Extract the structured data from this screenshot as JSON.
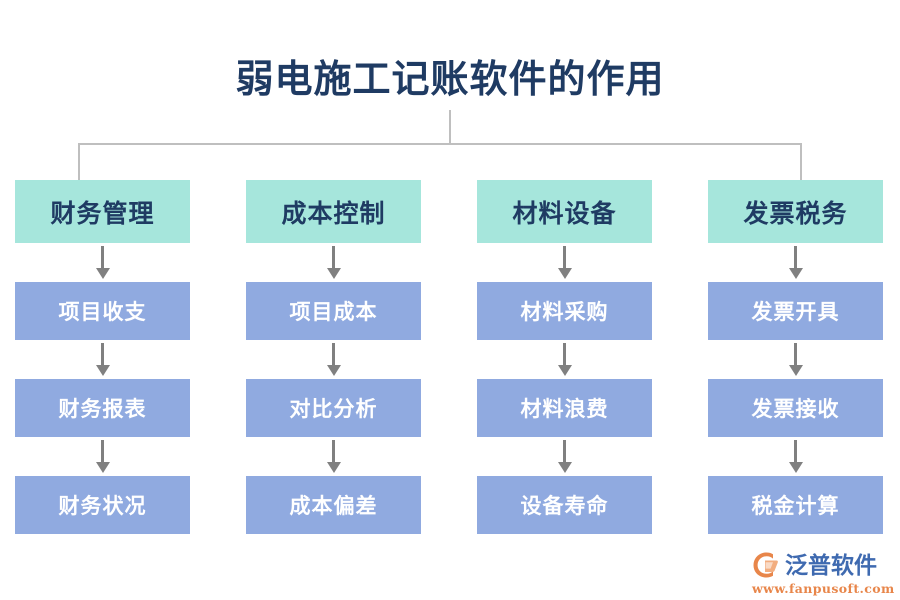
{
  "page": {
    "title": "弱电施工记账软件的作用",
    "background_color": "#ffffff"
  },
  "colors": {
    "title_text": "#1f3b63",
    "header_box_fill": "#a6e6dc",
    "header_box_text": "#1f3b63",
    "sub_box_fill": "#90aae0",
    "sub_box_text": "#ffffff",
    "connector_line": "#bfbfbf",
    "arrow": "#808080",
    "logo_name": "#3f6ab0",
    "logo_url": "#e8864a",
    "logo_mark": "#e8864a"
  },
  "diagram": {
    "type": "hierarchy-flowchart",
    "root": "弱电施工记账软件的作用",
    "columns": [
      {
        "header": "财务管理",
        "steps": [
          "项目收支",
          "财务报表",
          "财务状况"
        ]
      },
      {
        "header": "成本控制",
        "steps": [
          "项目成本",
          "对比分析",
          "成本偏差"
        ]
      },
      {
        "header": "材料设备",
        "steps": [
          "材料采购",
          "材料浪费",
          "设备寿命"
        ]
      },
      {
        "header": "发票税务",
        "steps": [
          "发票开具",
          "发票接收",
          "税金计算"
        ]
      }
    ]
  },
  "logo": {
    "mark": "fanpu-swoosh-icon",
    "name": "泛普软件",
    "url": "www.fanpusoft.com"
  }
}
